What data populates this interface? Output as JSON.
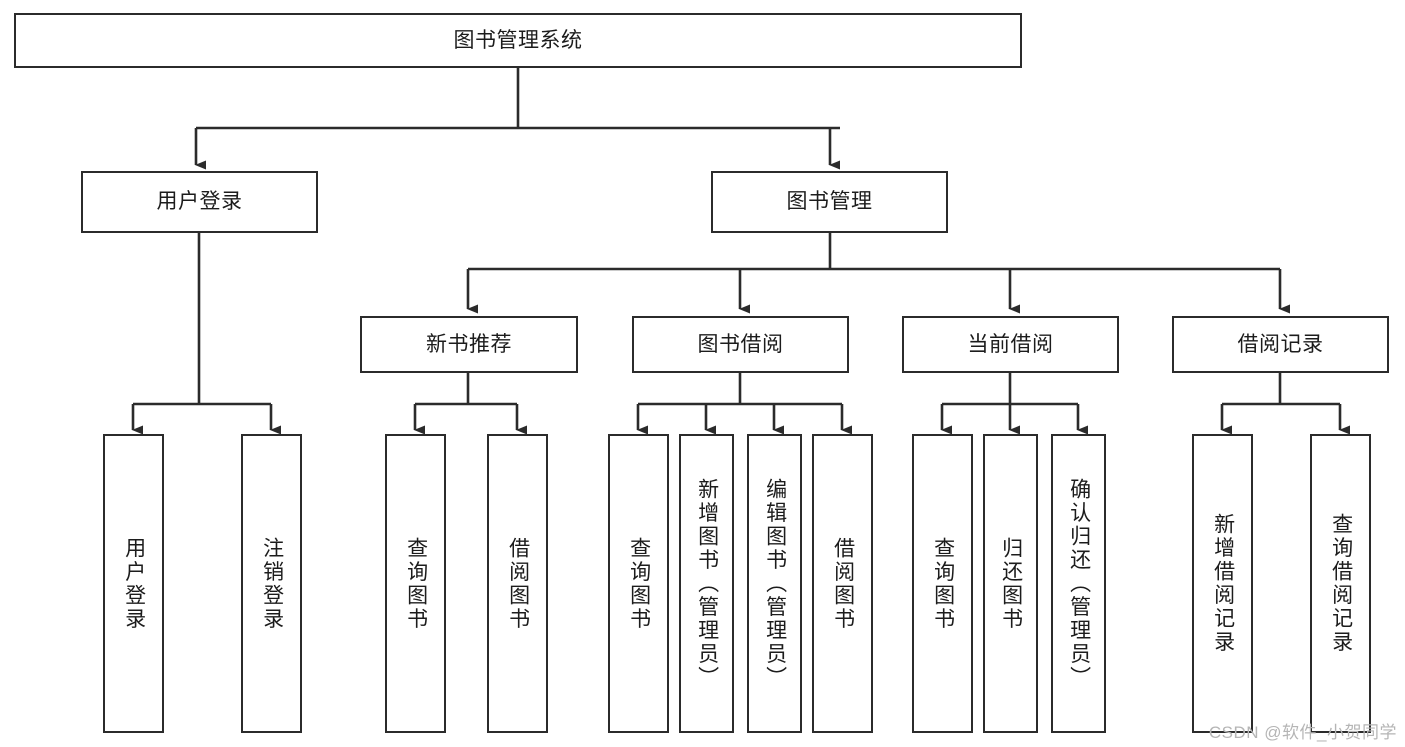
{
  "diagram": {
    "title": "图书管理系统",
    "type": "tree-hierarchy",
    "root": {
      "label": "图书管理系统"
    },
    "level1": [
      {
        "label": "用户登录"
      },
      {
        "label": "图书管理"
      }
    ],
    "level2": [
      {
        "label": "新书推荐"
      },
      {
        "label": "图书借阅"
      },
      {
        "label": "当前借阅"
      },
      {
        "label": "借阅记录"
      }
    ],
    "leaves": {
      "user_login": [
        {
          "label": "用户登录"
        },
        {
          "label": "注销登录"
        }
      ],
      "new_book_recommend": [
        {
          "label": "查询图书"
        },
        {
          "label": "借阅图书"
        }
      ],
      "book_borrow": [
        {
          "label": "查询图书"
        },
        {
          "label": "新增图书（管理员）"
        },
        {
          "label": "编辑图书（管理员）"
        },
        {
          "label": "借阅图书"
        }
      ],
      "current_borrow": [
        {
          "label": "查询图书"
        },
        {
          "label": "归还图书"
        },
        {
          "label": "确认归还（管理员）"
        }
      ],
      "borrow_record": [
        {
          "label": "新增借阅记录"
        },
        {
          "label": "查询借阅记录"
        }
      ]
    }
  },
  "watermark": {
    "text": "CSDN @软件_小贺同学"
  },
  "colors": {
    "border": "#2b2b2b",
    "background": "#ffffff",
    "text": "#1c1c1c",
    "watermark": "#b5b5b5"
  }
}
